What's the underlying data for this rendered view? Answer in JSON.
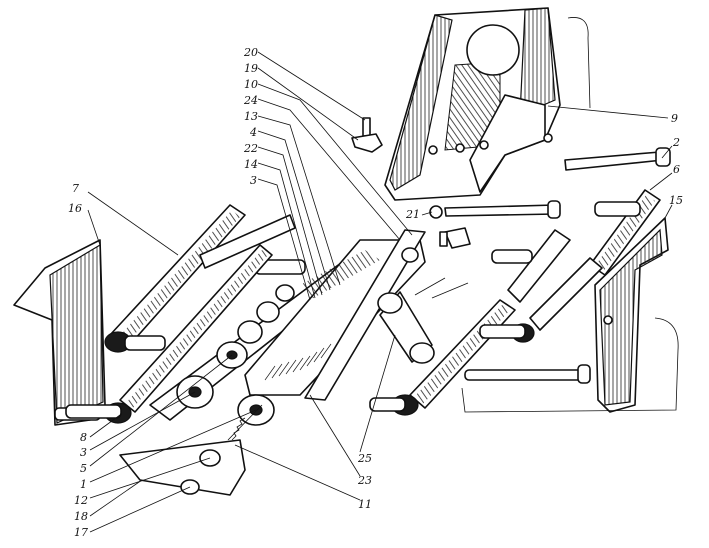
{
  "figure": {
    "callouts": [
      {
        "id": "c20",
        "label": "20"
      },
      {
        "id": "c19",
        "label": "19"
      },
      {
        "id": "c10",
        "label": "10"
      },
      {
        "id": "c24",
        "label": "24"
      },
      {
        "id": "c13",
        "label": "13"
      },
      {
        "id": "c4",
        "label": "4"
      },
      {
        "id": "c22",
        "label": "22"
      },
      {
        "id": "c14",
        "label": "14"
      },
      {
        "id": "c3a",
        "label": "3"
      },
      {
        "id": "c9",
        "label": "9"
      },
      {
        "id": "c2",
        "label": "2"
      },
      {
        "id": "c6a",
        "label": "6"
      },
      {
        "id": "c21",
        "label": "21"
      },
      {
        "id": "c15",
        "label": "15"
      },
      {
        "id": "c7",
        "label": "7"
      },
      {
        "id": "c16",
        "label": "16"
      },
      {
        "id": "c8",
        "label": "8"
      },
      {
        "id": "c3b",
        "label": "3"
      },
      {
        "id": "c5",
        "label": "5"
      },
      {
        "id": "c1",
        "label": "1"
      },
      {
        "id": "c12",
        "label": "12"
      },
      {
        "id": "c18",
        "label": "18"
      },
      {
        "id": "c17",
        "label": "17"
      },
      {
        "id": "c25",
        "label": "25"
      },
      {
        "id": "c23",
        "label": "23"
      },
      {
        "id": "c11",
        "label": "11"
      }
    ]
  }
}
